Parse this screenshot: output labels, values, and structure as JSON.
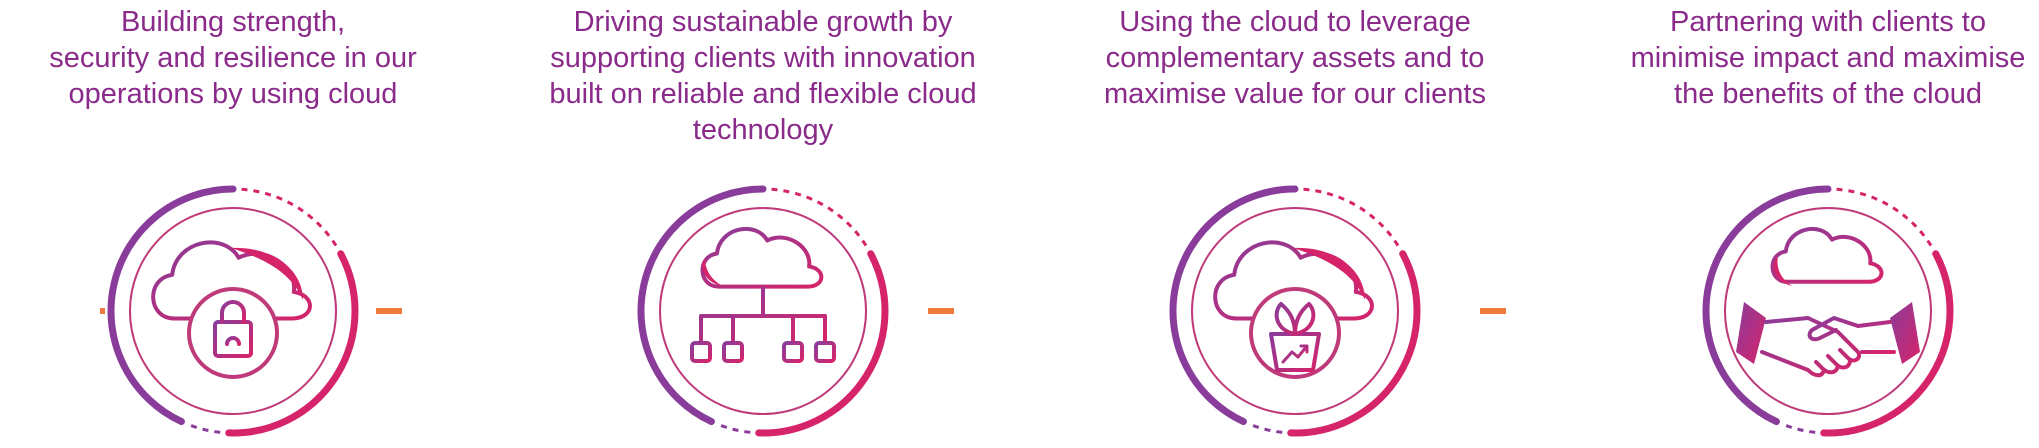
{
  "colors": {
    "text": "#8a2a8a",
    "purple": "#8a3c9a",
    "magenta": "#d6246a",
    "orange": "#ee7b3c",
    "thin_ring": "#c03a7a"
  },
  "steps": [
    {
      "icon": "cloud-lock-icon",
      "caption_lines": [
        "Building strength,",
        "security and resilience in our",
        "operations by using cloud"
      ]
    },
    {
      "icon": "cloud-network-icon",
      "caption_lines": [
        "Driving sustainable growth by",
        "supporting clients with innovation",
        "built on reliable and flexible cloud",
        "technology"
      ]
    },
    {
      "icon": "cloud-plant-growth-icon",
      "caption_lines": [
        "Using the cloud to leverage",
        "complementary assets and to",
        "maximise value for our clients"
      ]
    },
    {
      "icon": "cloud-handshake-icon",
      "caption_lines": [
        "Partnering with clients to",
        "minimise impact and maximise",
        "the benefits of the cloud"
      ]
    }
  ]
}
